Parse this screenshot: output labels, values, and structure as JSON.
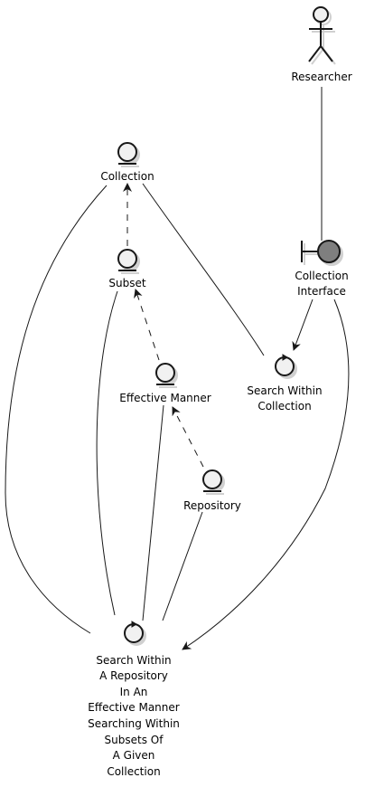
{
  "actor": {
    "label": "Researcher",
    "icon": "stick-figure-actor-icon"
  },
  "boundary": {
    "label_lines": [
      "Collection",
      "Interface"
    ],
    "fill": "#7f7f7f",
    "icon": "boundary-icon"
  },
  "entities": {
    "collection": {
      "label": "Collection",
      "icon": "entity-icon"
    },
    "subset": {
      "label": "Subset",
      "icon": "entity-icon"
    },
    "effective_manner": {
      "label": "Effective Manner",
      "icon": "entity-icon"
    },
    "repository": {
      "label": "Repository",
      "icon": "entity-icon"
    }
  },
  "controls": {
    "search_within_collection": {
      "label_lines": [
        "Search Within",
        "Collection"
      ],
      "icon": "control-icon"
    },
    "search_within_repository": {
      "label_lines": [
        "Search Within",
        "A Repository",
        "In An",
        "Effective Manner",
        "Searching Within",
        "Subsets Of",
        "A Given",
        "Collection"
      ],
      "icon": "control-icon"
    }
  },
  "colors": {
    "line": "#181818",
    "node_fill": "#f1f1f1",
    "boundary_fill": "#7f7f7f",
    "background": "#ffffff"
  }
}
